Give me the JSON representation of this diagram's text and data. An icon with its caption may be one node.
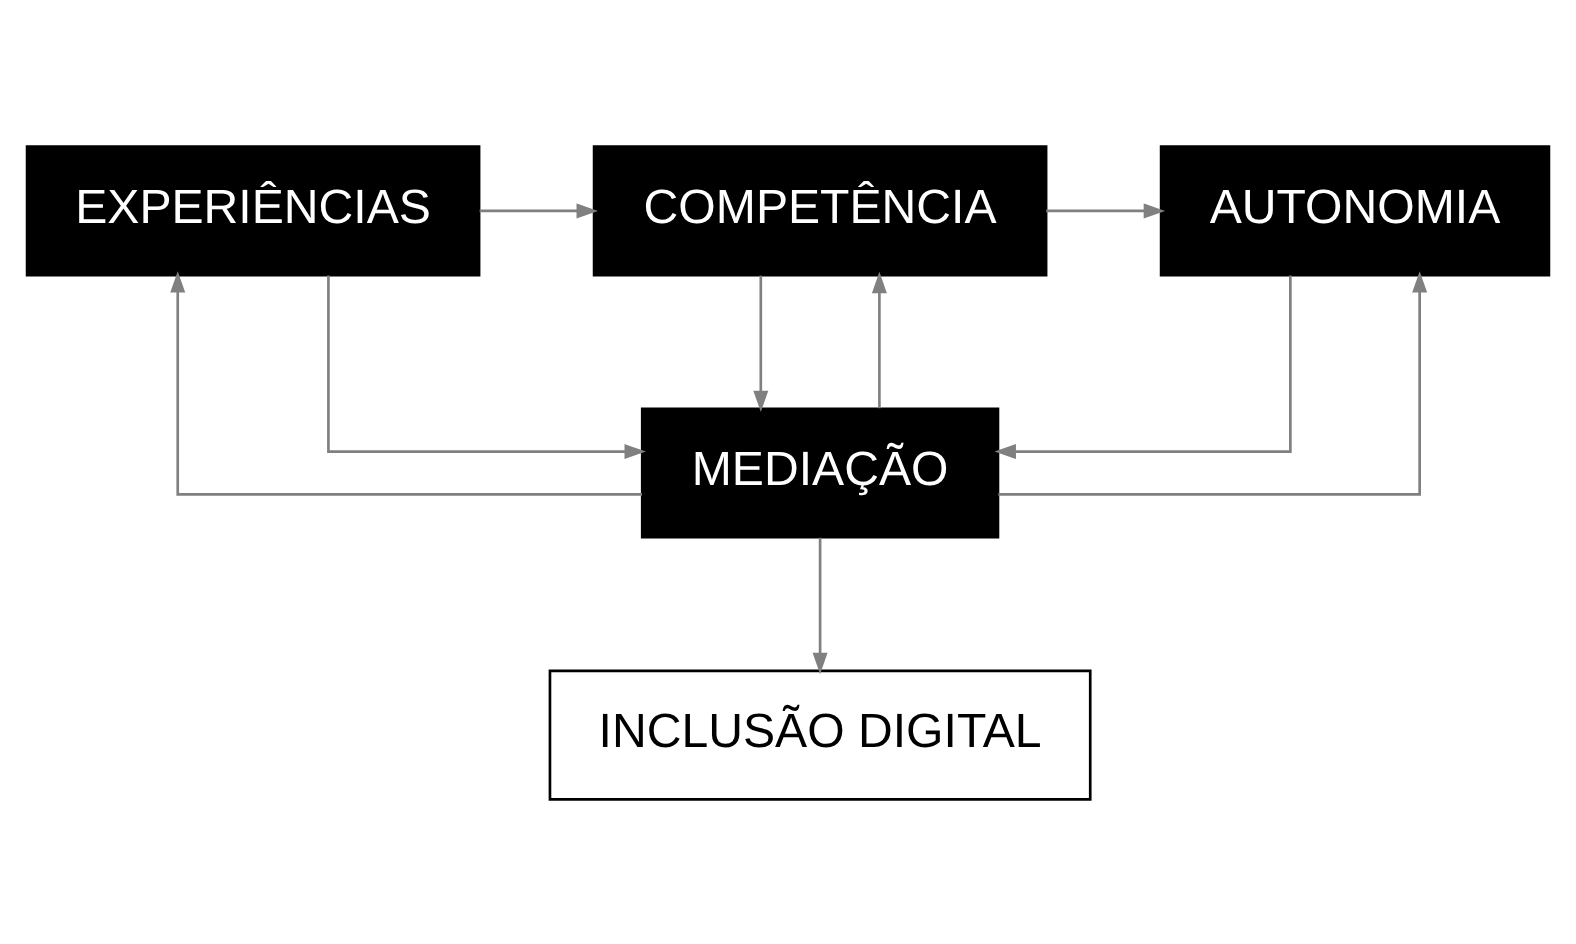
{
  "diagram": {
    "nodes": [
      {
        "text": [
          "EXPERIÊNCIAS"
        ]
      },
      {
        "text": [
          "COMPETÊNCIA"
        ]
      },
      {
        "text": [
          "AUTONOMIA"
        ]
      },
      {
        "text": [
          "MEDIAÇÃO"
        ]
      },
      {
        "text": [
          "INCLUSÃO DIGITAL"
        ]
      }
    ],
    "edges": [
      {
        "from": 0,
        "to": 1,
        "arrow": "to"
      },
      {
        "from": 1,
        "to": 2,
        "arrow": "to"
      },
      {
        "from": 3,
        "to": 0,
        "arrow": "to"
      },
      {
        "from": 0,
        "to": 3,
        "arrow": "to"
      },
      {
        "from": 3,
        "to": 1,
        "arrow": "to"
      },
      {
        "from": 1,
        "to": 3,
        "arrow": "to"
      },
      {
        "from": 3,
        "to": 2,
        "arrow": "to"
      },
      {
        "from": 2,
        "to": 3,
        "arrow": "to"
      },
      {
        "from": 3,
        "to": 4,
        "arrow": "to"
      }
    ]
  }
}
